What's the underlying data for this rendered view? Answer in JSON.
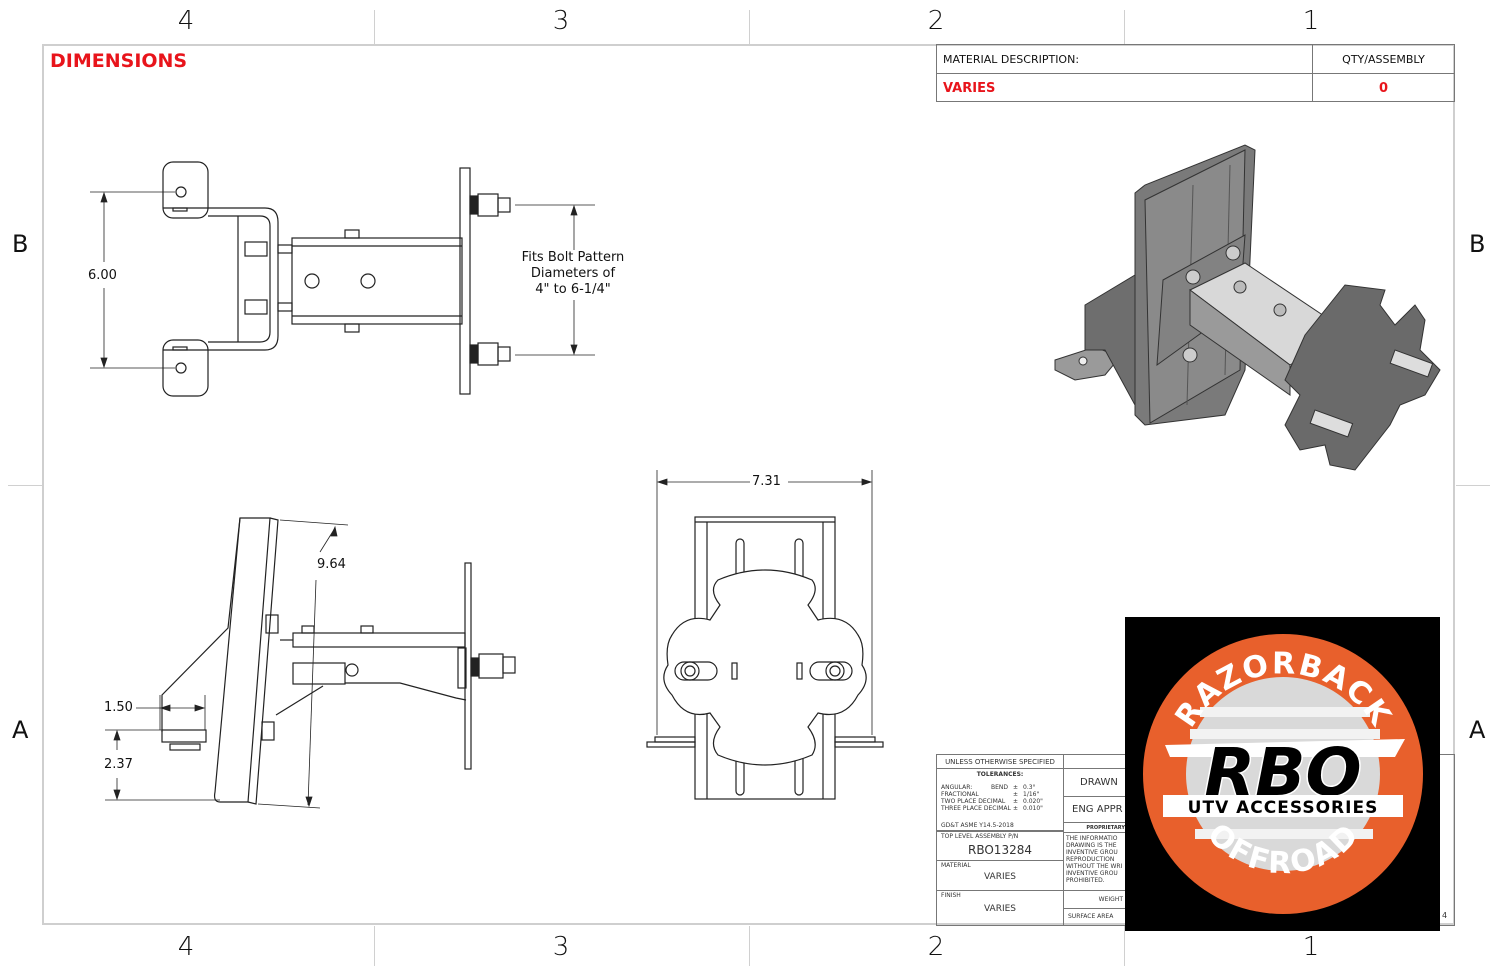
{
  "sheet": {
    "title": "DIMENSIONS",
    "zones_top": [
      "4",
      "3",
      "2",
      "1"
    ],
    "zones_bottom": [
      "4",
      "3",
      "2",
      "1"
    ],
    "zones_left": [
      "B",
      "A"
    ],
    "zones_right": [
      "B",
      "A"
    ]
  },
  "material_block": {
    "header_left": "MATERIAL DESCRIPTION:",
    "header_right": "QTY/ASSEMBLY",
    "value_left": "VARIES",
    "value_right": "0",
    "accent_color": "#e8141b"
  },
  "views": {
    "top_view": {
      "dimension_height": "6.00",
      "note_line1": "Fits Bolt Pattern",
      "note_line2": "Diameters of",
      "note_line3": "4\" to 6-1/4\""
    },
    "side_view": {
      "dimension_length": "9.64",
      "dimension_width": "1.50",
      "dimension_height": "2.37"
    },
    "front_view": {
      "dimension_width": "7.31"
    },
    "isometric_view": {
      "description": "3D isometric render of bracket assembly"
    }
  },
  "title_block": {
    "unless_specified": "UNLESS OTHERWISE SPECIFIED",
    "tolerances_label": "TOLERANCES:",
    "tol_rows": [
      {
        "label": "ANGULAR:",
        "extra": "BEND",
        "pm": "±",
        "value": "0.3°"
      },
      {
        "label": "FRACTIONAL",
        "extra": "",
        "pm": "±",
        "value": "1/16\""
      },
      {
        "label": "TWO PLACE DECIMAL",
        "extra": "",
        "pm": "±",
        "value": "0.020\""
      },
      {
        "label": "THREE PLACE DECIMAL",
        "extra": "",
        "pm": "±",
        "value": "0.010\""
      }
    ],
    "gdt": "GD&T ASME Y14.5-2018",
    "top_level_label": "TOP LEVEL ASSEMBLY P/N",
    "top_level_value": "RBO13284",
    "material_label": "MATERIAL",
    "material_value": "VARIES",
    "finish_label": "FINISH",
    "finish_value": "VARIES",
    "drawn_label": "DRAWN",
    "eng_appr_label": "ENG APPR",
    "proprietary_label": "PROPRIETARY",
    "proprietary_text": "THE INFORMATIO DRAWING IS THE INVENTIVE GROU REPRODUCTION WITHOUT THE WRI INVENTIVE GROU PROHIBITED.",
    "weight_label": "WEIGHT",
    "surface_area_label": "SURFACE AREA",
    "sheet_fragment": "4"
  },
  "logo": {
    "top_text": "RAZORBACK",
    "main_text": "RBO",
    "sub_text": "UTV ACCESSORIES",
    "bottom_text": "OFFROAD",
    "ring_color": "#e8602c",
    "background": "#000000"
  }
}
